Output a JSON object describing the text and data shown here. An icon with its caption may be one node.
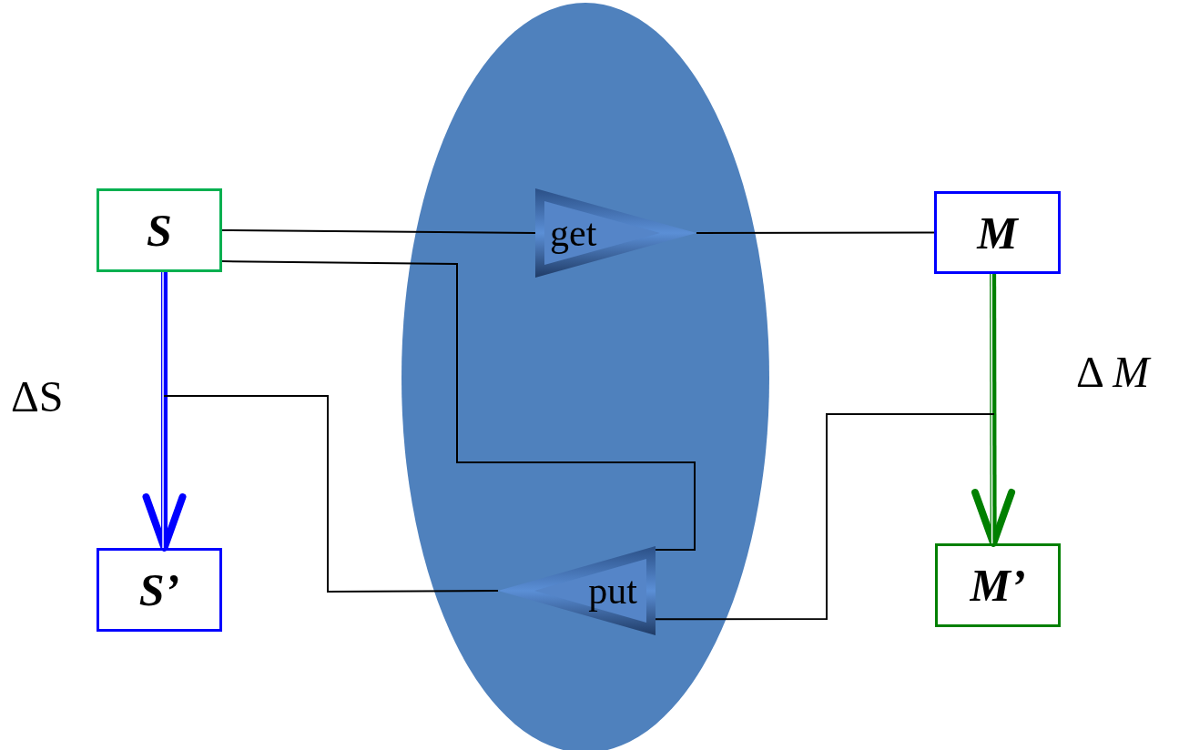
{
  "diagram": {
    "nodes": [
      {
        "text": [],
        "shape": "ellipse"
      },
      {
        "text": [
          "S"
        ]
      },
      {
        "text": [
          "get"
        ],
        "in": 0
      },
      {
        "text": [
          "M"
        ]
      },
      {
        "text": [
          "S’"
        ]
      },
      {
        "text": [
          "put"
        ],
        "in": 0
      },
      {
        "text": [
          "M’"
        ]
      }
    ],
    "edges": [
      {
        "from": 1,
        "to": 2,
        "arrow": "none"
      },
      {
        "from": 2,
        "to": 3,
        "arrow": "none"
      },
      {
        "from": 1,
        "to": 5,
        "arrow": "none"
      },
      {
        "from": 1,
        "to": 4,
        "arrow": "to",
        "label": "ΔS",
        "style": "thick",
        "color": "#0000ff"
      },
      {
        "from": 3,
        "to": 6,
        "arrow": "to",
        "label": "Δ *M*",
        "style": "thick",
        "color": "#008000"
      },
      {
        "from": null,
        "to": 5,
        "arrow": "none"
      },
      {
        "from": 5,
        "to": null,
        "arrow": "none"
      }
    ]
  }
}
